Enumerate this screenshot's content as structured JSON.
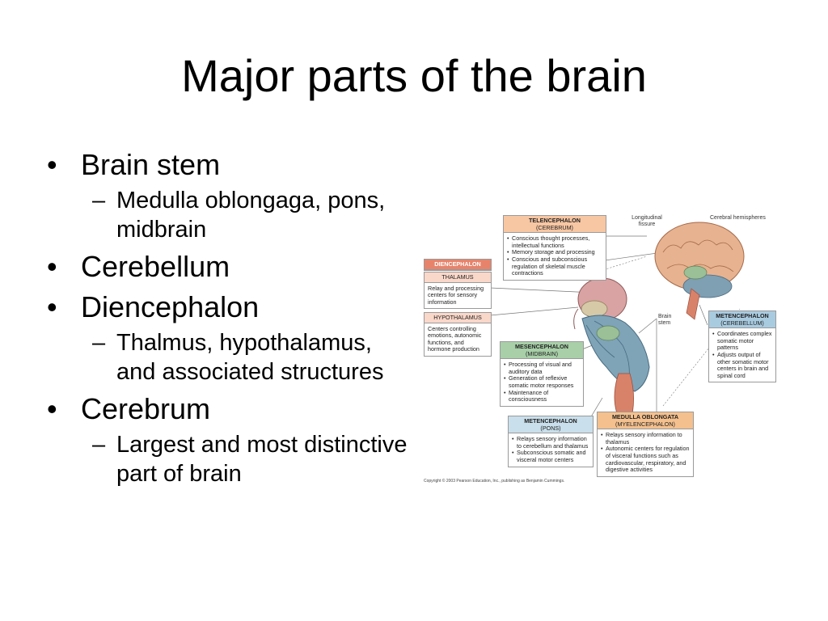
{
  "slide": {
    "title": "Major parts of the brain",
    "bullets": [
      {
        "text": "Brain stem",
        "sub": [
          "Medulla oblongaga, pons, midbrain"
        ]
      },
      {
        "text": "Cerebellum",
        "sub": []
      },
      {
        "text": "Diencephalon",
        "sub": [
          "Thalmus, hypothalamus, and associated structures"
        ]
      },
      {
        "text": "Cerebrum",
        "sub": [
          "Largest and most distinctive part of brain"
        ]
      }
    ]
  },
  "figure": {
    "labels": {
      "longitudinal": "Longitudinal fissure",
      "hemispheres": "Cerebral hemispheres",
      "brainstem": "Brain stem"
    },
    "telencephalon": {
      "title": "TELENCEPHALON",
      "subtitle": "(CEREBRUM)",
      "items": [
        "Conscious thought processes, intellectual functions",
        "Memory storage and processing",
        "Conscious and subconscious regulation of skeletal muscle contractions"
      ]
    },
    "diencephalon": {
      "title": "DIENCEPHALON"
    },
    "thalamus": {
      "title": "THALAMUS",
      "text": "Relay and processing centers for sensory information"
    },
    "hypothalamus": {
      "title": "HYPOTHALAMUS",
      "text": "Centers controlling emotions, autonomic functions, and hormone production"
    },
    "mesencephalon": {
      "title": "MESENCEPHALON",
      "subtitle": "(MIDBRAIN)",
      "items": [
        "Processing of visual and auditory data",
        "Generation of reflexive somatic motor responses",
        "Maintenance of consciousness"
      ]
    },
    "metencephalon_cerebellum": {
      "title": "METENCEPHALON",
      "subtitle": "(CEREBELLUM)",
      "items": [
        "Coordinates complex somatic motor patterns",
        "Adjusts output of other somatic motor centers in brain and spinal cord"
      ]
    },
    "metencephalon_pons": {
      "title": "METENCEPHALON",
      "subtitle": "(PONS)",
      "items": [
        "Relays sensory information to cerebellum and thalamus",
        "Subconscious somatic and visceral motor centers"
      ]
    },
    "medulla": {
      "title": "MEDULLA OBLONGATA",
      "subtitle": "(MYELENCEPHALON)",
      "items": [
        "Relays sensory information to thalamus",
        "Autonomic centers for regulation of visceral functions such as cardiovascular, respiratory, and digestive activities"
      ]
    },
    "copyright": "Copyright © 2003 Pearson Education, Inc., publishing as Benjamin Cummings."
  }
}
